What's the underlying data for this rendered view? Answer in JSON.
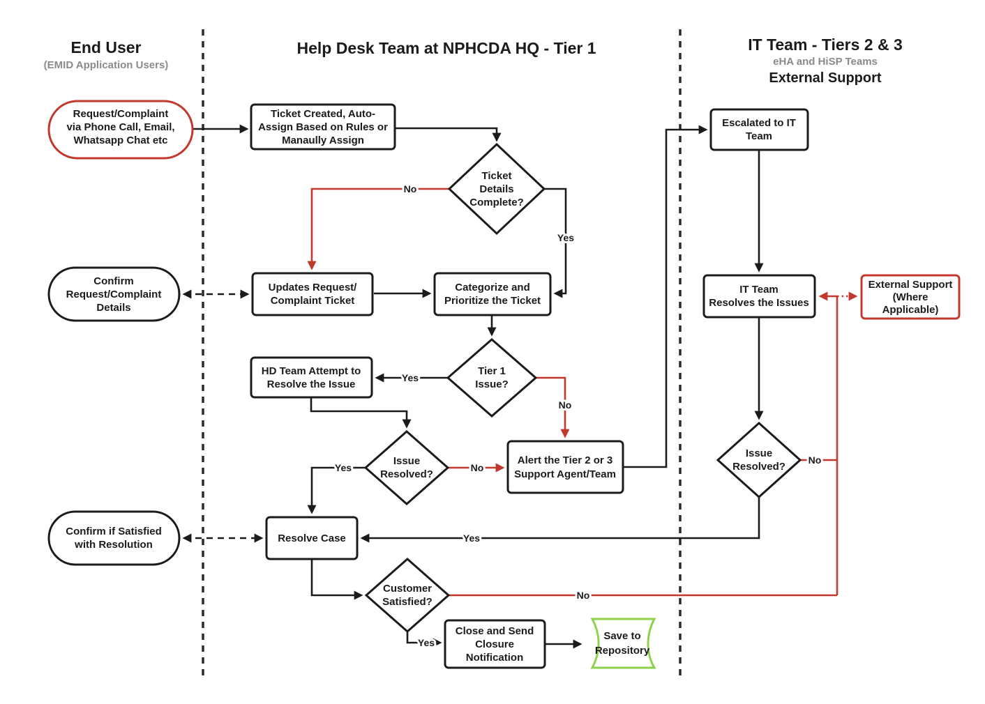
{
  "lanes": [
    {
      "title": "End User",
      "subtitle": "(EMID Application Users)"
    },
    {
      "title": "Help Desk Team at NPHCDA HQ - Tier 1"
    },
    {
      "title": "IT Team - Tiers 2 & 3",
      "subtitle": "eHA and HiSP Teams",
      "subtitle2": "External Support"
    }
  ],
  "nodes": {
    "request_complaint": {
      "lines": [
        "Request/Complaint",
        "via Phone Call, Email,",
        "Whatsapp Chat etc"
      ]
    },
    "ticket_created": {
      "lines": [
        "Ticket Created, Auto-",
        "Assign Based on Rules or",
        "Manaully Assign"
      ]
    },
    "ticket_details_complete": {
      "lines": [
        "Ticket",
        "Details",
        "Complete?"
      ]
    },
    "updates_ticket": {
      "lines": [
        "Updates Request/",
        "Complaint Ticket"
      ]
    },
    "categorize": {
      "lines": [
        "Categorize  and",
        "Prioritize the Ticket"
      ]
    },
    "confirm_details": {
      "lines": [
        "Confirm",
        "Request/Complaint",
        "Details"
      ]
    },
    "tier1_issue": {
      "lines": [
        "Tier 1",
        "Issue?"
      ]
    },
    "hd_attempt": {
      "lines": [
        "HD Team Attempt to",
        "Resolve the Issue"
      ]
    },
    "issue_resolved_mid": {
      "lines": [
        "Issue",
        "Resolved?"
      ]
    },
    "alert_tier23": {
      "lines": [
        "Alert  the Tier 2 or 3",
        "Support  Agent/Team"
      ]
    },
    "resolve_case": {
      "lines": [
        "Resolve Case"
      ]
    },
    "confirm_satisfied": {
      "lines": [
        "Confirm if Satisfied",
        "with Resolution"
      ]
    },
    "customer_satisfied": {
      "lines": [
        "Customer",
        "Satisfied?"
      ]
    },
    "close_notification": {
      "lines": [
        "Close and Send",
        "Closure",
        "Notification"
      ]
    },
    "save_repository": {
      "lines": [
        "Save to",
        "Repository"
      ]
    },
    "escalated_it": {
      "lines": [
        "Escalated to IT",
        "Team"
      ]
    },
    "it_resolves": {
      "lines": [
        "IT Team",
        "Resolves the Issues"
      ]
    },
    "external_support": {
      "lines": [
        "External Support",
        "(Where",
        "Applicable)"
      ]
    },
    "issue_resolved_right": {
      "lines": [
        "Issue",
        "Resolved?"
      ]
    }
  },
  "edge_labels": {
    "details_no": "No",
    "details_yes": "Yes",
    "tier1_yes": "Yes",
    "tier1_no": "No",
    "mid_yes": "Yes",
    "mid_no": "No",
    "right_yes": "Yes",
    "right_no": "No",
    "satisfied_no": "No",
    "satisfied_yes": "Yes"
  },
  "colors": {
    "line": "#1b1b1b",
    "red": "#c2382c",
    "green": "#8ed14b",
    "gray": "#8a8a8a"
  }
}
